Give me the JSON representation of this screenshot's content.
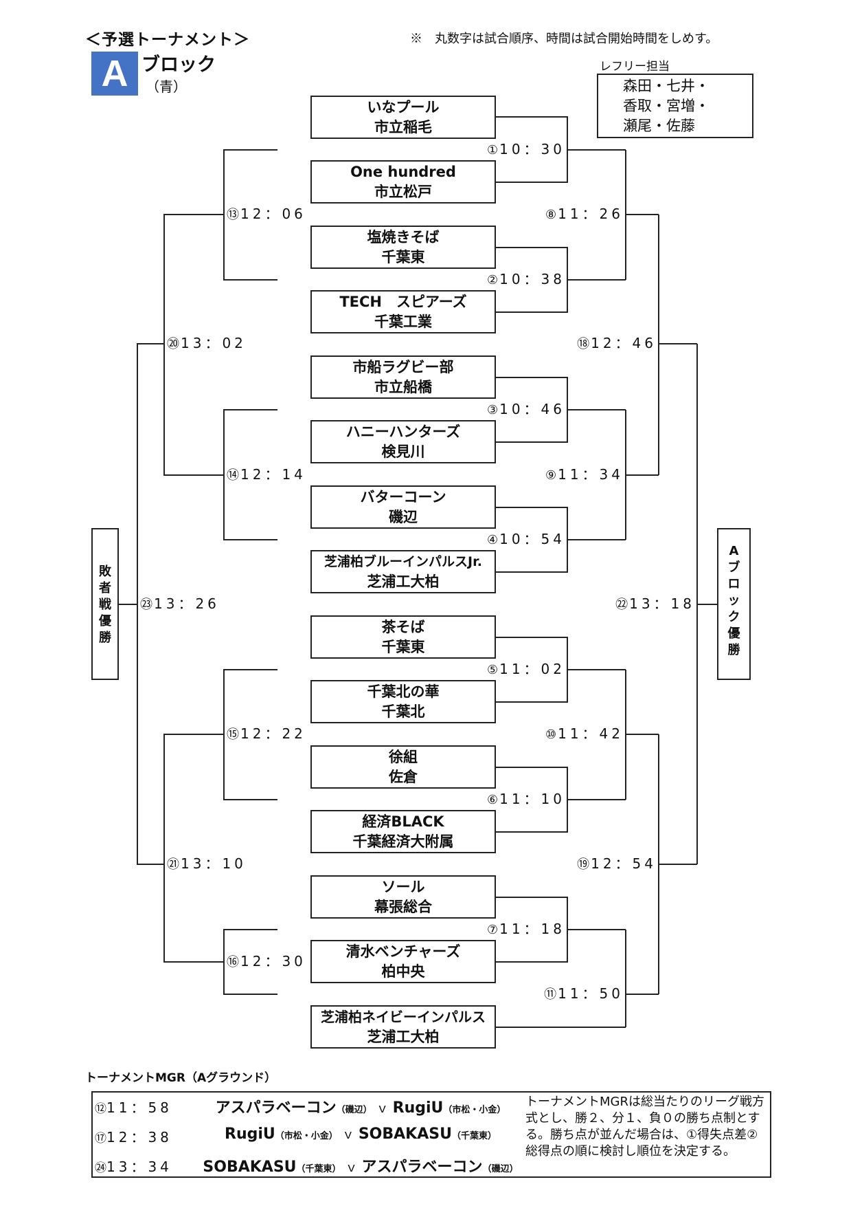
{
  "header": {
    "title": "＜予選トーナメント＞",
    "note": "※　丸数字は試合順序、時間は試合開始時間をしめす。",
    "block_letter": "A",
    "block_label": "ブロック",
    "block_color": "（青）",
    "block_color_hex": "#4472c4"
  },
  "referee": {
    "heading": "レフリー担当",
    "lines": [
      "森田・七井・",
      "香取・宮増・",
      "瀬尾・佐藤"
    ]
  },
  "teams": [
    {
      "name": "いなプール",
      "school": "市立稲毛"
    },
    {
      "name": "One hundred",
      "school": "市立松戸"
    },
    {
      "name": "塩焼きそば",
      "school": "千葉東"
    },
    {
      "name": "TECH　スピアーズ",
      "school": "千葉工業"
    },
    {
      "name": "市船ラグビー部",
      "school": "市立船橋"
    },
    {
      "name": "ハニーハンターズ",
      "school": "検見川"
    },
    {
      "name": "バターコーン",
      "school": "磯辺"
    },
    {
      "name": "芝浦柏ブルーインパルスJr.",
      "school": "芝浦工大柏"
    },
    {
      "name": "茶そば",
      "school": "千葉東"
    },
    {
      "name": "千葉北の華",
      "school": "千葉北"
    },
    {
      "name": "徐組",
      "school": "佐倉"
    },
    {
      "name": "経済BLACK",
      "school": "千葉経済大附属"
    },
    {
      "name": "ソール",
      "school": "幕張総合"
    },
    {
      "name": "清水ベンチャーズ",
      "school": "柏中央"
    },
    {
      "name": "芝浦柏ネイビーインパルス",
      "school": "芝浦工大柏"
    }
  ],
  "matches": {
    "m1": {
      "no": "①",
      "time": "10：30"
    },
    "m2": {
      "no": "②",
      "time": "10：38"
    },
    "m3": {
      "no": "③",
      "time": "10：46"
    },
    "m4": {
      "no": "④",
      "time": "10：54"
    },
    "m5": {
      "no": "⑤",
      "time": "11：02"
    },
    "m6": {
      "no": "⑥",
      "time": "11：10"
    },
    "m7": {
      "no": "⑦",
      "time": "11：18"
    },
    "m8": {
      "no": "⑧",
      "time": "11：26"
    },
    "m9": {
      "no": "⑨",
      "time": "11：34"
    },
    "m10": {
      "no": "⑩",
      "time": "11：42"
    },
    "m11": {
      "no": "⑪",
      "time": "11：50"
    },
    "m13": {
      "no": "⑬",
      "time": "12：06"
    },
    "m14": {
      "no": "⑭",
      "time": "12：14"
    },
    "m15": {
      "no": "⑮",
      "time": "12：22"
    },
    "m16": {
      "no": "⑯",
      "time": "12：30"
    },
    "m18": {
      "no": "⑱",
      "time": "12：46"
    },
    "m19": {
      "no": "⑲",
      "time": "12：54"
    },
    "m20": {
      "no": "⑳",
      "time": "13：02"
    },
    "m21": {
      "no": "㉑",
      "time": "13：10"
    },
    "m22": {
      "no": "㉒",
      "time": "13：18"
    },
    "m23": {
      "no": "㉓",
      "time": "13：26"
    }
  },
  "winners": {
    "loser_bracket": [
      "敗",
      "者",
      "戦",
      "優",
      "勝"
    ],
    "block": [
      "A",
      "ブ",
      "ロ",
      "ッ",
      "ク",
      "優",
      "勝"
    ]
  },
  "mgr": {
    "title": "トーナメントMGR（Aグラウンド）",
    "rows": [
      {
        "no": "⑫",
        "time": "11：58",
        "team1": "アスパラベーコン",
        "school1": "（磯辺）",
        "vs": "ｖ",
        "team2": "RugiU",
        "school2": "（市松・小金）"
      },
      {
        "no": "⑰",
        "time": "12：38",
        "team1": "RugiU",
        "school1": "（市松・小金）",
        "vs": "ｖ",
        "team2": "SOBAKASU",
        "school2": "（千葉東）"
      },
      {
        "no": "㉔",
        "time": "13：34",
        "team1": "SOBAKASU",
        "school1": "（千葉東）",
        "vs": "ｖ",
        "team2": "アスパラベーコン",
        "school2": "（磯辺）"
      }
    ],
    "rule": "トーナメントMGRは総当たりのリーグ戦方式とし、勝２、分１、負０の勝ち点制とする。勝ち点が並んだ場合は、①得失点差②総得点の順に検討し順位を決定する。"
  }
}
